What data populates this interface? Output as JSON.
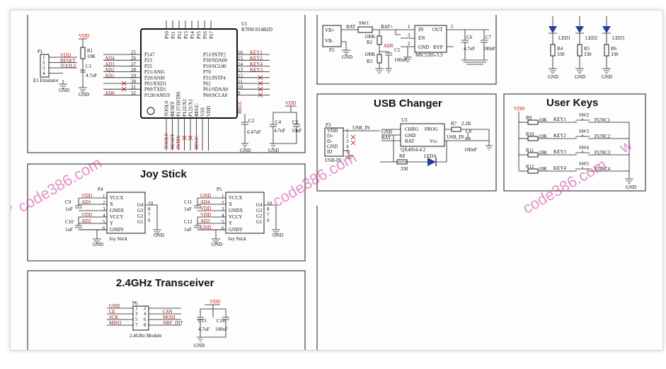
{
  "sections": {
    "joystick": "Joy Stick",
    "usb": "USB Changer",
    "keys": "User Keys",
    "rf": "2.4GHz Transceiver"
  },
  "mcu": {
    "ref": "U1",
    "part": "R7F0C014B2D",
    "left_pins": [
      "P147",
      "P23",
      "P22",
      "P21/ANI1",
      "P20/ANI0",
      "P01/RXD1",
      "P00/TXD1",
      "P120/ANI19"
    ],
    "left_nums": [
      "25",
      "26",
      "27",
      "28",
      "29",
      "30",
      "31",
      "32"
    ],
    "left_nets": [
      "",
      "AD4",
      "AD3",
      "AD2",
      "AD1",
      "",
      "",
      "AD0"
    ],
    "right_pins": [
      "P51/INTP2",
      "P30/SDA00",
      "P10/SCL00",
      "P70",
      "P31/INTP4",
      "P62",
      "P61/SDAA0",
      "P60/SCLA0"
    ],
    "right_nums": [
      "16",
      "15",
      "14",
      "13",
      "12",
      "11",
      "10",
      "9"
    ],
    "right_nets": [
      "KEY1",
      "KEY2",
      "KEY4",
      "KEY3",
      "",
      "",
      "",
      ""
    ],
    "top_pins": [
      "P10",
      "P11",
      "P12",
      "P13",
      "P14",
      "P15",
      "P16",
      "P17"
    ],
    "bottom_pins": [
      "TOOL0",
      "RESET",
      "P137/INTP0",
      "P122/X2",
      "P121/X1",
      "REGC",
      "VSS",
      "VDD"
    ],
    "bottom_nets": [
      "TOOL0",
      "RESET",
      "INTP0",
      "",
      "",
      "REGC",
      "",
      ""
    ]
  },
  "e1": {
    "ref": "P1",
    "name": "E1 Emulator",
    "nets": [
      "VDD",
      "RESET",
      "TOOL0",
      ""
    ],
    "pins": [
      "1",
      "2",
      "3",
      "4"
    ],
    "r1": "R1",
    "r1v": "10K",
    "c1": "C1",
    "c1v": "4.7uF"
  },
  "power": {
    "vdd": "VDD",
    "gnd": "GND",
    "c2": "C2",
    "c2v": "0.47uF",
    "c3": "C3",
    "c3v": "10nF",
    "c4": "C4",
    "c4v": "4.7uF",
    "regc": "REGC"
  },
  "battery": {
    "p2": "P2",
    "vbp": "VB+",
    "vbm": "VB-",
    "bat": "BAT",
    "sw1": "SW1",
    "batp": "BAT+",
    "r2": "R2",
    "r2v": "100K",
    "r3": "R3",
    "r3v": "100K",
    "ad0": "AD0",
    "c5": "C5",
    "c5v": "100nF",
    "reg": "MIC5205-3.3",
    "in": "IN",
    "en": "EN",
    "gnd": "GND",
    "out": "OUT",
    "byp": "BYP",
    "c6": "C6",
    "c6v": "4.7uF",
    "c7": "C7",
    "c7v": "100nF"
  },
  "leds": {
    "items": [
      {
        "led": "LED1",
        "r": "R4",
        "rv": "330"
      },
      {
        "led": "LED2",
        "r": "R5",
        "rv": "330"
      },
      {
        "led": "LED3",
        "r": "R6",
        "rv": "330"
      }
    ]
  },
  "usb": {
    "p3": "P3",
    "pins": [
      "VDD",
      "D+",
      "D-",
      "GND",
      "ID"
    ],
    "conn": "USB-IN",
    "usbin": "USB_IN",
    "u3": "U3",
    "chip": "QX4054-4.2",
    "chrg": "CHRG",
    "gnd": "GND",
    "bat": "BAT",
    "prog": "PROG",
    "vcc": "Vcc",
    "r7": "R7",
    "r7v": "2.2K",
    "c8": "C8",
    "c8v": "100nF",
    "r8": "R8",
    "r8v": "330",
    "led4": "LED4"
  },
  "keys": {
    "vdd": "VDD",
    "gnd": "GND",
    "rows": [
      {
        "r": "R9",
        "rv": "10K",
        "net": "KEY1",
        "sw": "SW2",
        "func": "FUNC1"
      },
      {
        "r": "R10",
        "rv": "10K",
        "net": "KEY2",
        "sw": "SW3",
        "func": "FUNC2"
      },
      {
        "r": "R11",
        "rv": "10K",
        "net": "KEY3",
        "sw": "SW4",
        "func": "FUNC3"
      },
      {
        "r": "R12",
        "rv": "10K",
        "net": "KEY4",
        "sw": "SW5",
        "func": "FUNC4"
      }
    ]
  },
  "joy": {
    "p4": "P4",
    "p5": "P5",
    "caption": "Joy Stick",
    "pins_left": [
      "VCCX",
      "X",
      "GNDX",
      "VCCY",
      "Y",
      "GNDY"
    ],
    "pins_right": [
      "G4",
      "G3",
      "G2",
      "G1"
    ],
    "nets_a": [
      "VDD",
      "AD1",
      "",
      "VDD",
      "AD2",
      ""
    ],
    "nets_b": [
      "GND",
      "AD4",
      "VDD",
      "VDD",
      "AD3",
      "GND"
    ],
    "caps": [
      "C9",
      "C10",
      "C11",
      "C12"
    ],
    "capv": "1uF"
  },
  "rf": {
    "p6": "P6",
    "caption": "2.4GHz Module",
    "left_nets": [
      "GND",
      "CE",
      "SCK",
      "MISO"
    ],
    "right_nets": [
      "",
      "CSN",
      "MOSI",
      "NRF_INT"
    ],
    "c13": "C13",
    "c13v": "4.7uF",
    "c14": "C14",
    "c14v": "100nF"
  },
  "watermark": "code386.com"
}
